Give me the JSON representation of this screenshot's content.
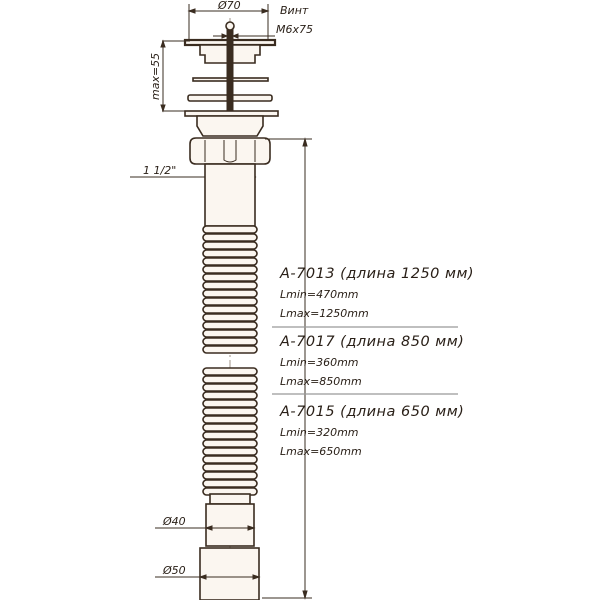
{
  "labels": {
    "diameter_top": "Ø70",
    "screw_label": "Винт",
    "screw_size": "M6x75",
    "max_height": "max=55",
    "thread": "1 1/2\"",
    "diameter_40": "Ø40",
    "diameter_50": "Ø50"
  },
  "models": [
    {
      "title": "A-7013 (длина 1250 мм)",
      "lmin": "Lmin=470mm",
      "lmax": "Lmax=1250mm"
    },
    {
      "title": "A-7017 (длина 850 мм)",
      "lmin": "Lmin=360mm",
      "lmax": "Lmax=850mm"
    },
    {
      "title": "A-7015 (длина 650 мм)",
      "lmin": "Lmin=320mm",
      "lmax": "Lmax=650mm"
    }
  ]
}
